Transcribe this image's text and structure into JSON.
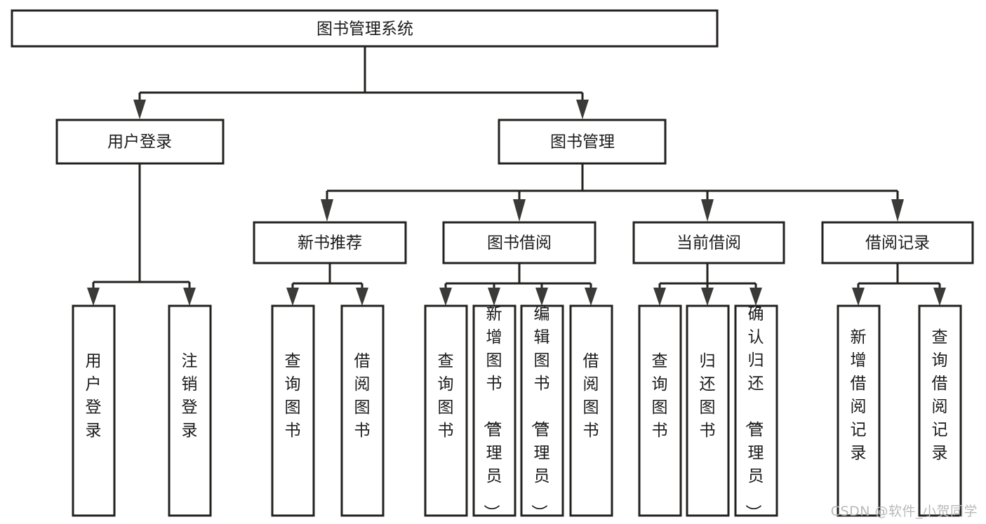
{
  "diagram": {
    "type": "tree",
    "title": "图书管理系统",
    "watermark": "CSDN @软件_小贺同学",
    "colors": {
      "box_stroke": "#23221f",
      "box_fill": "#ffffff",
      "connector": "#23221f",
      "arrow": "#3a3a38",
      "text": "#1b1b1b",
      "watermark": "#b9b9b9",
      "background": "#ffffff"
    },
    "root": {
      "label": "图书管理系统"
    },
    "level2": [
      {
        "label": "用户登录"
      },
      {
        "label": "图书管理"
      }
    ],
    "level3": [
      {
        "label": "新书推荐"
      },
      {
        "label": "图书借阅"
      },
      {
        "label": "当前借阅"
      },
      {
        "label": "借阅记录"
      }
    ],
    "leaves": {
      "user_login": [
        {
          "label": "用户登录"
        },
        {
          "label": "注销登录"
        }
      ],
      "new_book_recommend": [
        {
          "label": "查询图书"
        },
        {
          "label": "借阅图书"
        }
      ],
      "book_borrow": [
        {
          "label": "查询图书"
        },
        {
          "label": "新增图书（管理员）"
        },
        {
          "label": "编辑图书（管理员）"
        },
        {
          "label": "借阅图书"
        }
      ],
      "current_borrow": [
        {
          "label": "查询图书"
        },
        {
          "label": "归还图书"
        },
        {
          "label": "确认归还（管理员）"
        }
      ],
      "borrow_records": [
        {
          "label": "新增借阅记录"
        },
        {
          "label": "查询借阅记录"
        }
      ]
    }
  }
}
